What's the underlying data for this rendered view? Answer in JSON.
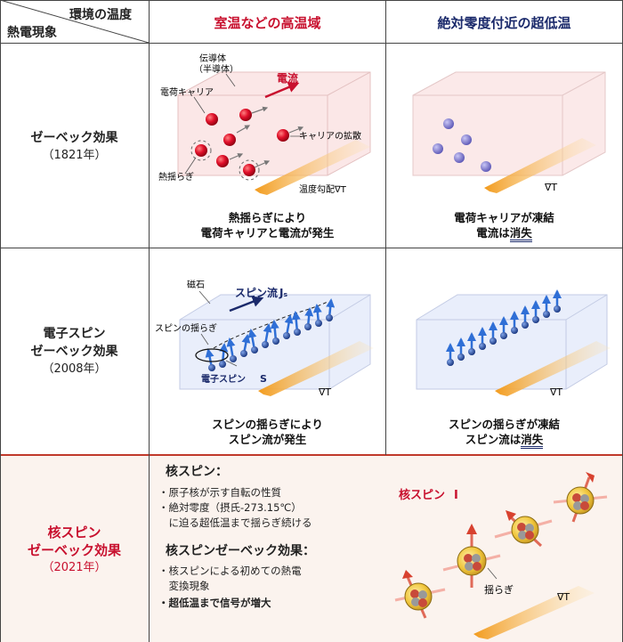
{
  "header": {
    "env_temp": "環境の温度",
    "thermo_effect": "熱電現象",
    "col_high": "室温などの高温域",
    "col_low": "絶対零度付近の超低温"
  },
  "colors": {
    "red": "#c8102e",
    "navy": "#1b2a6b",
    "nuclear_bg": "#fbf3ee"
  },
  "rows": {
    "seebeck": {
      "name": "ゼーベック効果",
      "year": "（1821年）",
      "high": {
        "labels": {
          "conductor": "伝導体",
          "semiconductor": "（半導体）",
          "current": "電流",
          "carrier": "電荷キャリア",
          "diffusion": "キャリアの拡散",
          "fluctuation": "熱揺らぎ",
          "gradient": "温度勾配∇T"
        },
        "caption_1": "熱揺らぎにより",
        "caption_2": "電荷キャリアと電流が発生"
      },
      "low": {
        "gradient": "∇T",
        "caption_1": "電荷キャリアが凍結",
        "caption_2_pre": "電流は",
        "caption_2_em": "消失"
      }
    },
    "spin": {
      "name_1": "電子スピン",
      "name_2": "ゼーベック効果",
      "year": "（2008年）",
      "high": {
        "labels": {
          "magnet": "磁石",
          "spin_current": "スピン流",
          "js": "Jₛ",
          "spin_fluct": "スピンの揺らぎ",
          "electron_spin": "電子スピン",
          "s": "S",
          "gradient": "∇T"
        },
        "caption_1": "スピンの揺らぎにより",
        "caption_2": "スピン流が発生"
      },
      "low": {
        "gradient": "∇T",
        "caption_1": "スピンの揺らぎが凍結",
        "caption_2_pre": "スピン流は",
        "caption_2_em": "消失"
      }
    },
    "nuclear": {
      "name_1": "核スピン",
      "name_2": "ゼーベック効果",
      "year": "（2021年）",
      "heading_1": "核スピン：",
      "bullets_1": [
        "・原子核が示す自転の性質",
        "・絶対零度（摂氏-273.15℃）",
        "　に迫る超低温まで揺らぎ続ける"
      ],
      "heading_2": "核スピンゼーベック効果：",
      "bullets_2": [
        "・核スピンによる初めての熱電",
        "　変換現象"
      ],
      "bullet_3": "・超低温まで信号が増大",
      "diagram": {
        "nuclear_spin": "核スピン",
        "i": "I",
        "fluct": "揺らぎ",
        "gradient": "∇T"
      }
    }
  }
}
